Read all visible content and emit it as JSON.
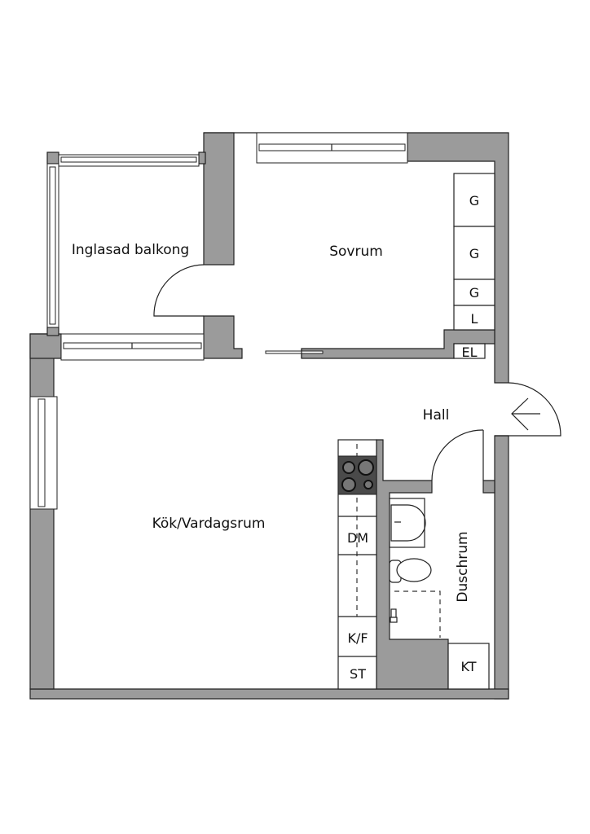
{
  "rooms": {
    "balcony": "Inglasad balkong",
    "bedroom": "Sovrum",
    "living": "Kök/Vardagsrum",
    "hall": "Hall",
    "bathroom": "Duschrum"
  },
  "fixtures": {
    "wardrobe_1": "G",
    "wardrobe_2": "G",
    "wardrobe_3": "G",
    "linen": "L",
    "electrical": "EL",
    "dishwasher": "DM",
    "fridge_freezer": "K/F",
    "stove_cabinet": "ST",
    "washer_dryer": "KT"
  },
  "colors": {
    "wall": "#9b9b9b",
    "line": "#222222",
    "stove": "#4a4a4a"
  }
}
